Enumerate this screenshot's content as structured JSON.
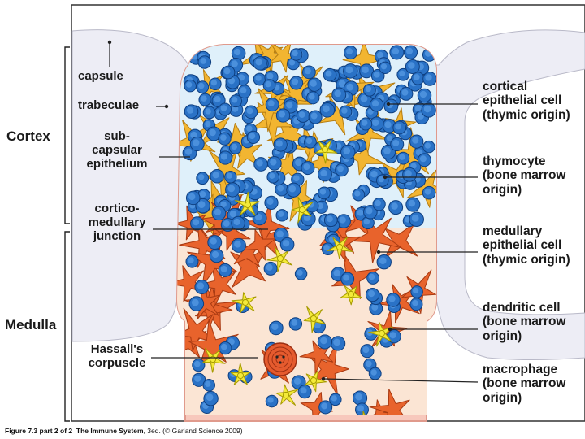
{
  "regions": {
    "cortex": "Cortex",
    "medulla": "Medulla"
  },
  "labels_left": {
    "capsule": "capsule",
    "trabeculae": "trabeculae",
    "subcapsular": [
      "sub-",
      "capsular",
      "epithelium"
    ],
    "corticomedullary": [
      "cortico-",
      "medullary",
      "junction"
    ],
    "hassalls": [
      "Hassall's",
      "corpuscle"
    ]
  },
  "labels_right": {
    "cortical_epithelial": [
      "cortical",
      "epithelial cell",
      "(thymic origin)"
    ],
    "thymocyte": [
      "thymocyte",
      "(bone marrow",
      "origin)"
    ],
    "medullary_epithelial": [
      "medullary",
      "epithelial cell",
      "(thymic origin)"
    ],
    "dendritic": [
      "dendritic cell",
      "(bone marrow",
      "origin)"
    ],
    "macrophage": [
      "macrophage",
      "(bone marrow",
      "origin)"
    ]
  },
  "caption": {
    "figure_ref": "Figure 7.3 part 2 of 2",
    "book": "The Immune System",
    "rest": ", 3ed. (© Garland Science 2009)"
  },
  "colors": {
    "thymocyte": "#2a72c6",
    "cortical_epithelial": "#f2b531",
    "medullary_epithelial": "#e8632c",
    "dendritic": "#f4ea3a",
    "capsule": "#ededf5",
    "medulla_bg": "#fbe5d4",
    "cortex_bg": "#dff0fa",
    "border_cells": "#f2b3a6"
  }
}
